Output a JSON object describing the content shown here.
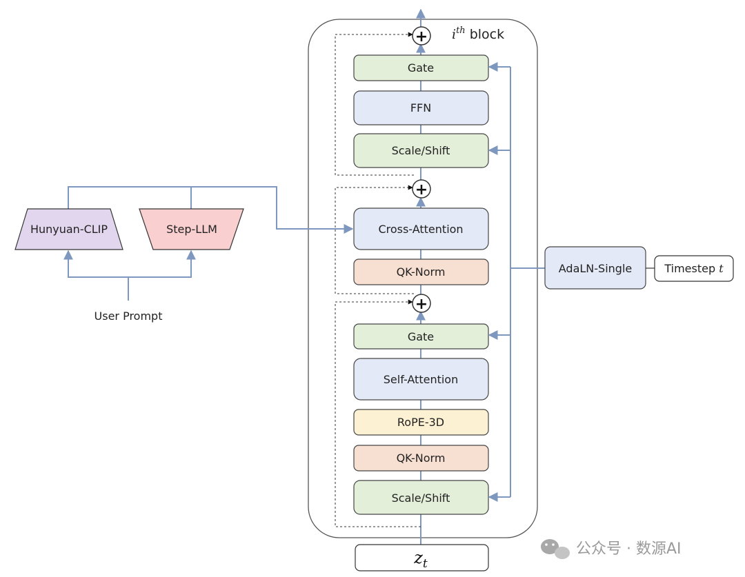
{
  "colors": {
    "gate": "#e3efd9",
    "ffn": "#e3e9f6",
    "attention": "#e3e9f6",
    "qknorm": "#f7e0d2",
    "rope": "#fdf1d4",
    "clip": "#e2d6ee",
    "llm": "#f9cfcf",
    "adaln": "#e3e9f6",
    "connector": "#7e97bf"
  },
  "block": {
    "title_i": "i",
    "title_sup": "th",
    "title_word": "block"
  },
  "modules": {
    "gate_top": "Gate",
    "ffn": "FFN",
    "scale_shift_top": "Scale/Shift",
    "cross_attention": "Cross-Attention",
    "qk_norm_cross": "QK-Norm",
    "gate_bottom": "Gate",
    "self_attention": "Self-Attention",
    "rope": "RoPE-3D",
    "qk_norm_self": "QK-Norm",
    "scale_shift_bottom": "Scale/Shift"
  },
  "encoders": {
    "clip": "Hunyuan-CLIP",
    "llm": "Step-LLM",
    "prompt": "User Prompt"
  },
  "conditioning": {
    "adaln": "AdaLN-Single",
    "timestep_label": "Timestep",
    "timestep_var": "t"
  },
  "input": {
    "z": "z",
    "sub": "t"
  },
  "watermark": {
    "text": "公众号 · 数源AI",
    "icon": "wechat-icon"
  }
}
